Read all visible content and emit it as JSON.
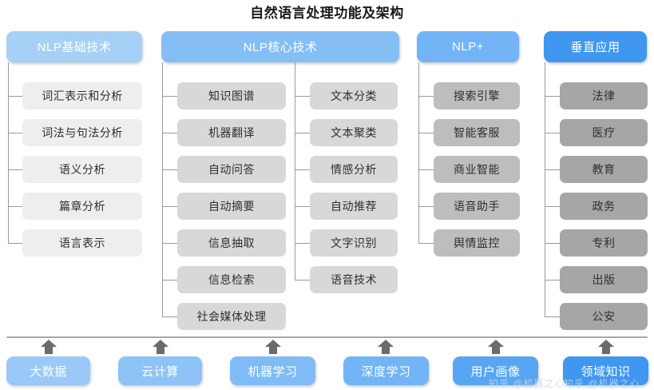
{
  "title": "自然语言处理功能及架构",
  "colors": {
    "header_basic": "#a6d0f5",
    "header_core": "#85bdf5",
    "header_plus": "#73b4f7",
    "header_vertical": "#3f97f0",
    "leaf_light": "#eeeeee",
    "leaf_mid": "#d8d8d8",
    "leaf_dark": "#bdbdbd",
    "leaf_darkest": "#a6a6a6",
    "line": "#9a9a9a",
    "arrow": "#6b6b6b",
    "title_text": "#1a1a1a"
  },
  "columns": [
    {
      "id": "nlp-basic",
      "header": "NLP基础技术",
      "header_color": "#a6d0f5",
      "leaf_color": "#eeeeee",
      "items": [
        "词汇表示和分析",
        "词法与句法分析",
        "语义分析",
        "篇章分析",
        "语言表示"
      ]
    },
    {
      "id": "nlp-core-a",
      "header": "NLP核心技术",
      "header_color": "#85bdf5",
      "leaf_color": "#d8d8d8",
      "items": [
        "知识图谱",
        "机器翻译",
        "自动问答",
        "自动摘要",
        "信息抽取",
        "信息检索",
        "社会媒体处理"
      ]
    },
    {
      "id": "nlp-core-b",
      "header": "",
      "header_color": "#85bdf5",
      "leaf_color": "#d8d8d8",
      "items": [
        "文本分类",
        "文本聚类",
        "情感分析",
        "自动推荐",
        "文字识别",
        "语音技术"
      ]
    },
    {
      "id": "nlp-plus",
      "header": "NLP+",
      "header_color": "#73b4f7",
      "leaf_color": "#bdbdbd",
      "items": [
        "搜索引擎",
        "智能客服",
        "商业智能",
        "语音助手",
        "舆情监控"
      ]
    },
    {
      "id": "vertical-app",
      "header": "垂直应用",
      "header_color": "#3f97f0",
      "leaf_color": "#a6a6a6",
      "items": [
        "法律",
        "医疗",
        "教育",
        "政务",
        "专利",
        "出版",
        "公安"
      ]
    }
  ],
  "foundation": {
    "items": [
      {
        "label": "大数据",
        "color": "#9ac9f7"
      },
      {
        "label": "云计算",
        "color": "#8ec3f7"
      },
      {
        "label": "机器学习",
        "color": "#7fbcf7"
      },
      {
        "label": "深度学习",
        "color": "#72b5f7"
      },
      {
        "label": "用户画像",
        "color": "#57a6f4"
      },
      {
        "label": "领域知识",
        "color": "#3f97f0"
      }
    ]
  },
  "watermark": "知乎 @机器之心"
}
